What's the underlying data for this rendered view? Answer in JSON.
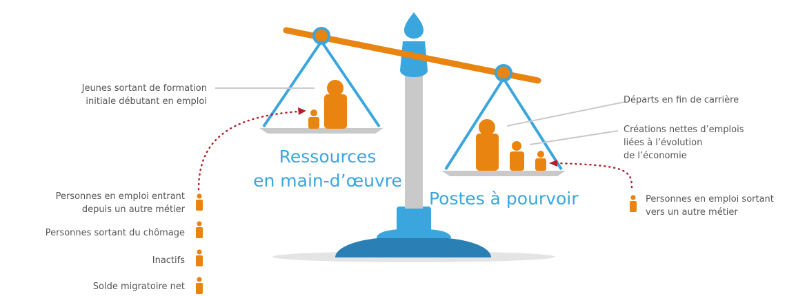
{
  "left_side": {
    "title_line1": "Ressources",
    "title_line2": "en main-d’œuvre",
    "entry_label_line1": "Jeunes sortant de formation",
    "entry_label_line2": "initiale débutant en emploi",
    "inflows": [
      {
        "line1": "Personnes en emploi entrant",
        "line2": "depuis un autre métier"
      },
      {
        "line1": "Personnes sortant du chômage"
      },
      {
        "line1": "Inactifs"
      },
      {
        "line1": "Solde migratoire net"
      }
    ]
  },
  "right_side": {
    "title": "Postes à pourvoir",
    "retirement_label": "Départs en fin de carrière",
    "creation_label_line1": "Créations nettes d’emplois",
    "creation_label_line2": "liées à l’évolution",
    "creation_label_line3": "de l’économie",
    "outflow_label_line1": "Personnes en emploi sortant",
    "outflow_label_line2": "vers un autre métier"
  },
  "colors": {
    "orange": "#e8840f",
    "blue": "#3aa6dd",
    "dark_blue": "#2a7fb4",
    "grey": "#c9c9c9",
    "text": "#555555",
    "arrow_red": "#b0202a"
  }
}
